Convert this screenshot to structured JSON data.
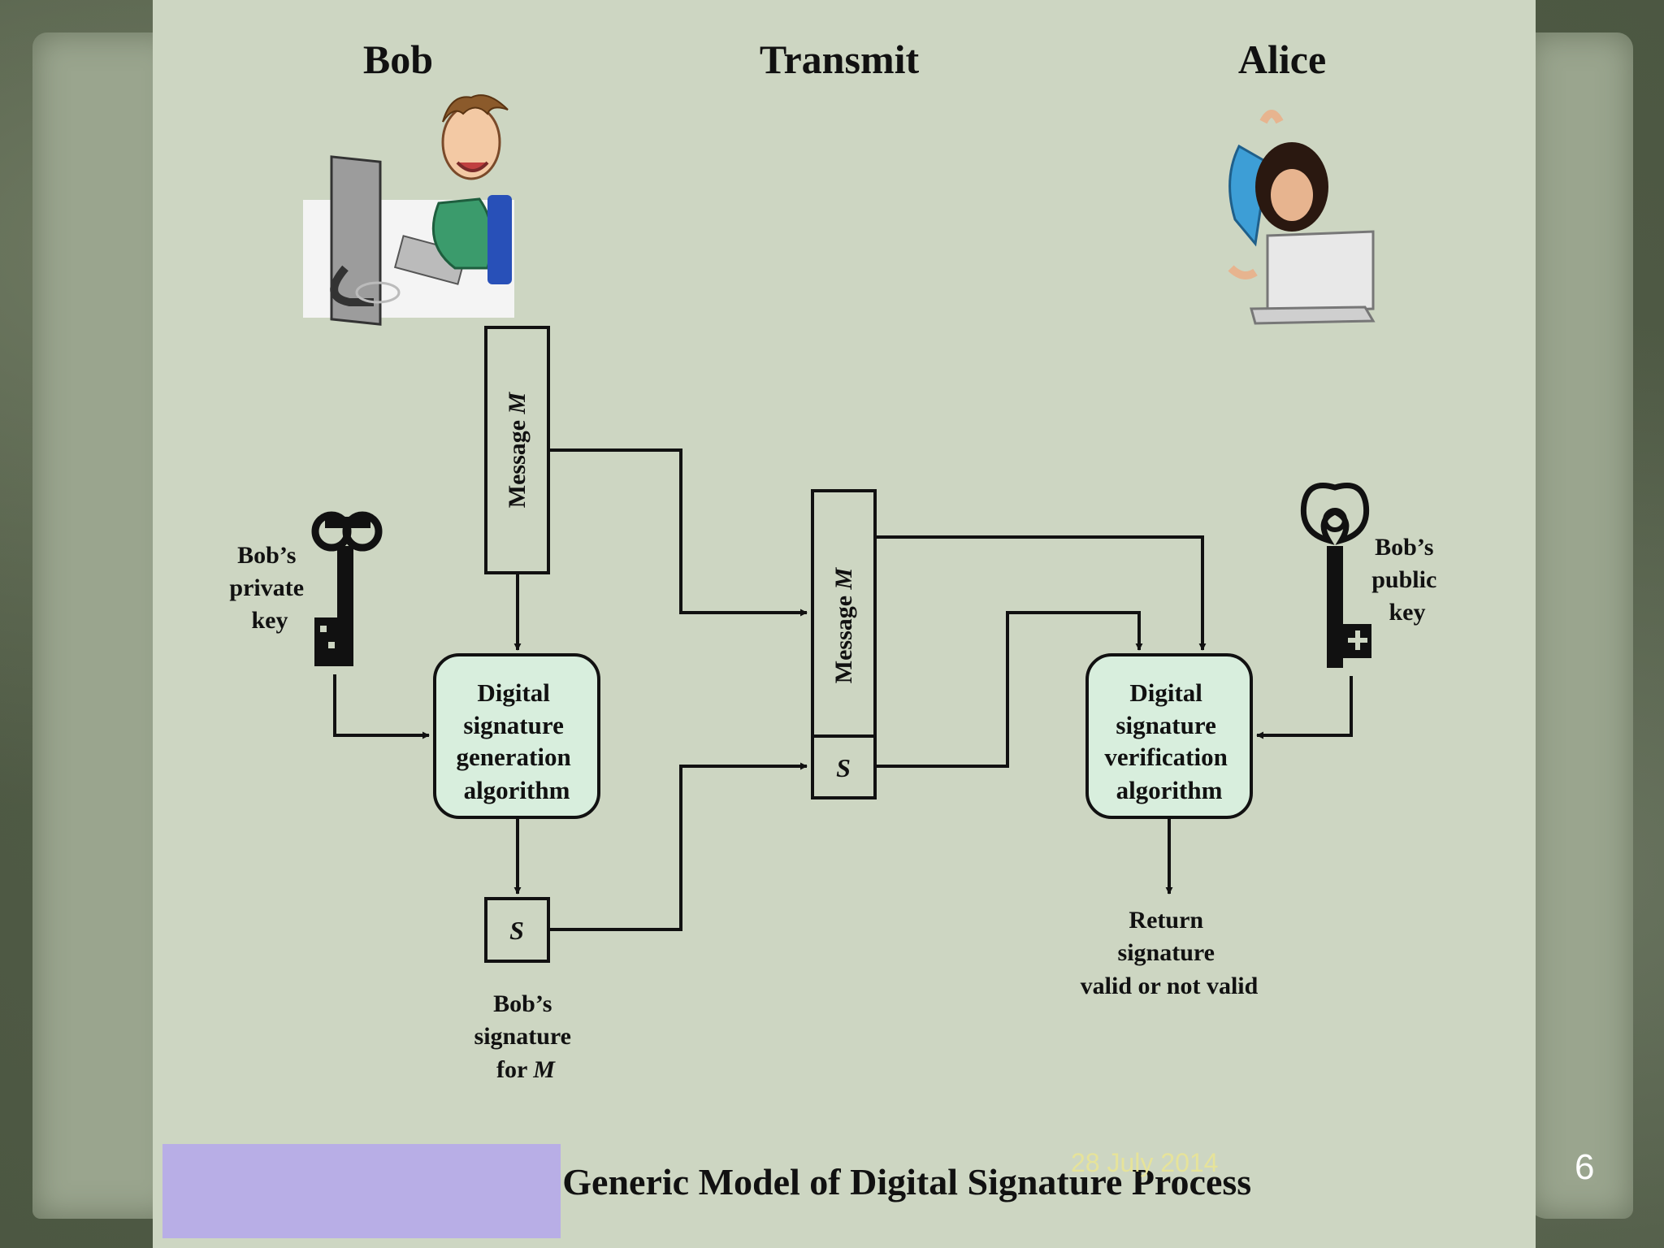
{
  "headings": {
    "bob": "Bob",
    "transmit": "Transmit",
    "alice": "Alice"
  },
  "message_label": "Message",
  "message_var": "M",
  "signature_var": "S",
  "bob_private_key": [
    "Bob’s",
    "private",
    "key"
  ],
  "bob_public_key": [
    "Bob’s",
    "public",
    "key"
  ],
  "generation_box": [
    "Digital",
    "signature",
    "generation",
    "algorithm"
  ],
  "verification_box": [
    "Digital",
    "signature",
    "verification",
    "algorithm"
  ],
  "return_text": [
    "Return",
    "signature",
    "valid or not valid"
  ],
  "bob_signature": {
    "line1": "Bob’s",
    "line2": "signature",
    "line3_prefix": "for",
    "line3_var": "M"
  },
  "caption": "l Generic Model of Digital Signature Process",
  "footer_date": "28 July 2014",
  "page_number": "6",
  "colors": {
    "slide_bg": "#cdd6c2",
    "algorithm_box_fill": "#d8eedd",
    "line": "#111111",
    "redaction": "#b8aee6",
    "footer_date": "#e6e39a"
  }
}
